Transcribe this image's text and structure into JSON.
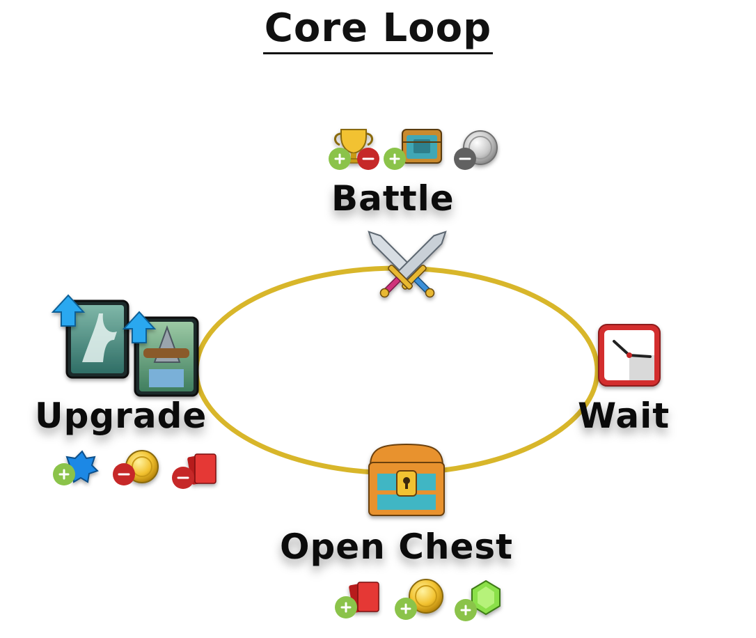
{
  "diagram": {
    "title": "Core Loop",
    "nodes": {
      "battle": {
        "label": "Battle"
      },
      "wait": {
        "label": "Wait"
      },
      "open_chest": {
        "label": "Open Chest"
      },
      "upgrade": {
        "label": "Upgrade"
      }
    }
  },
  "colors": {
    "loop": "#D8B62A",
    "plus": "#8BC34A",
    "minus_red": "#C62828",
    "minus_gray": "#616161",
    "gold": "#F2C230",
    "gem": "#8BE04A",
    "card_red": "#E53935",
    "exp_blue": "#1E88E5",
    "clock_red": "#D32F2F"
  },
  "icons": {
    "battle": [
      "trophy-icon",
      "chest-icon",
      "silver-coin-icon",
      "crossed-swords-icon"
    ],
    "wait": [
      "clock-icon"
    ],
    "open_chest": [
      "chest-icon",
      "card-icon",
      "gold-coin-icon",
      "gem-icon"
    ],
    "upgrade": [
      "card-art-icon",
      "upgrade-arrow-icon",
      "exp-star-icon",
      "gold-coin-icon",
      "card-icon"
    ]
  }
}
